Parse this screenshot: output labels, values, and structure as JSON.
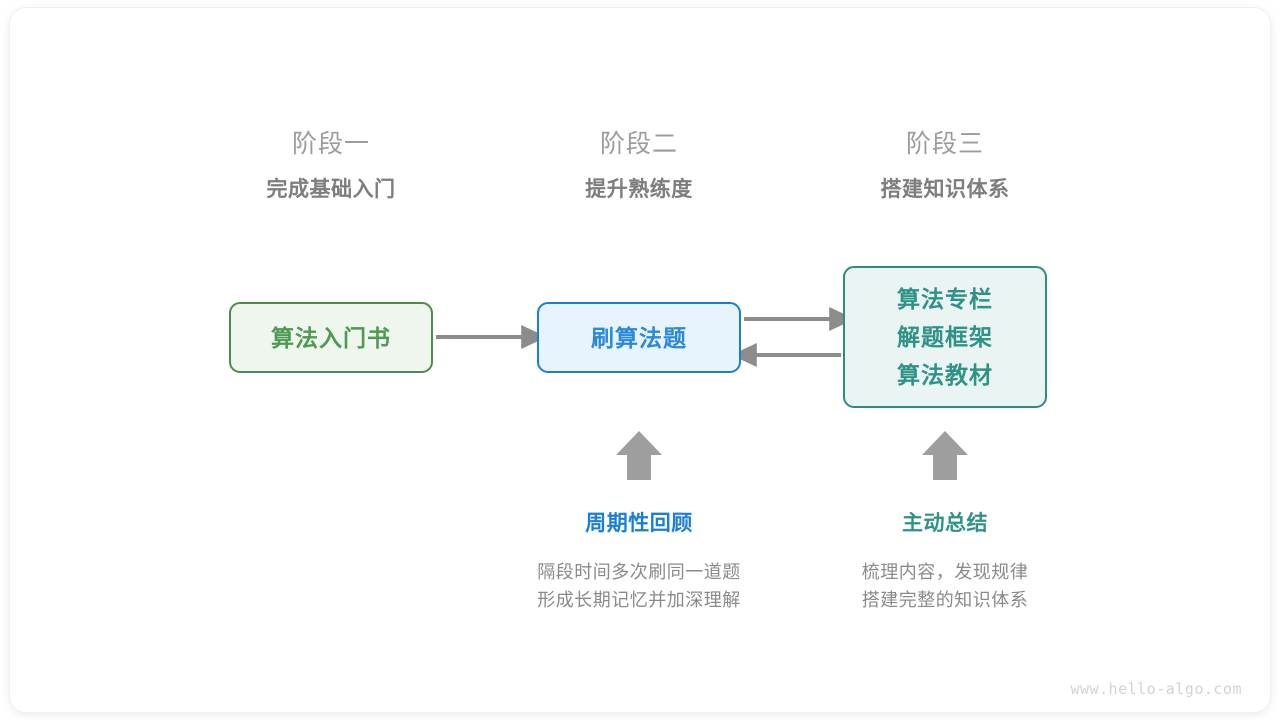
{
  "stages": [
    {
      "name": "阶段一",
      "goal": "完成基础入门"
    },
    {
      "name": "阶段二",
      "goal": "提升熟练度"
    },
    {
      "name": "阶段三",
      "goal": "搭建知识体系"
    }
  ],
  "nodes": {
    "book": {
      "label": "算法入门书",
      "color": "#4e9a52",
      "border": "#4f8b4f",
      "fill": "#eef6ee"
    },
    "practice": {
      "label": "刷算法题",
      "color": "#2a8ad8",
      "border": "#1a7fd4",
      "fill": "#e7f3fd"
    },
    "resources": {
      "line1": "算法专栏",
      "line2": "解题框架",
      "line3": "算法教材",
      "color": "#2e9287",
      "border": "#2e8b82",
      "fill": "#eaf4f2"
    }
  },
  "arrows": {
    "color": "#8c8c8c",
    "book_to_practice": "算法入门书 → 刷算法题",
    "practice_to_resources": "刷算法题 → 算法专栏/解题框架/算法教材",
    "resources_to_practice": "算法专栏/解题框架/算法教材 → 刷算法题",
    "up_review": "周期性回顾 ↑ 刷算法题",
    "up_summary": "主动总结 ↑ 算法专栏/解题框架/算法教材"
  },
  "practices": [
    {
      "title": "周期性回顾",
      "accent": "#1a7fd4",
      "desc_line1": "隔段时间多次刷同一道题",
      "desc_line2": "形成长期记忆并加深理解"
    },
    {
      "title": "主动总结",
      "accent": "#2e9287",
      "desc_line1": "梳理内容，发现规律",
      "desc_line2": "搭建完整的知识体系"
    }
  ],
  "watermark": "www.hello-algo.com"
}
